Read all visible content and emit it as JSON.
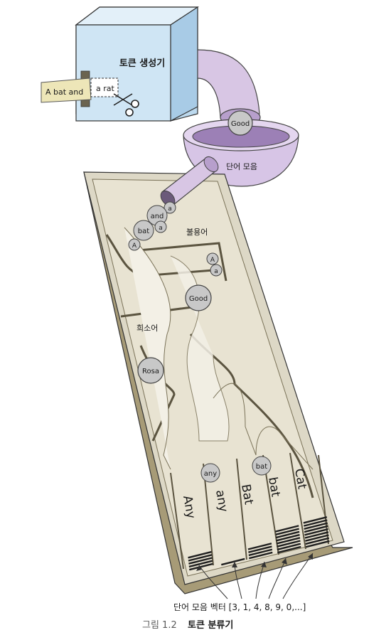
{
  "diagram": {
    "tokenizer_label": "토큰 생성기",
    "input_text_left": "A bat and",
    "input_text_right": "a rat",
    "bowl_label": "단어 모음",
    "bowl_token": "Good",
    "stopwords_label": "불용어",
    "rare_label": "희소어",
    "pipe_tokens": [
      "a",
      "and",
      "a",
      "bat",
      "A"
    ],
    "stop_tokens": [
      "A",
      "a"
    ],
    "good_token": "Good",
    "rare_token": "Rosa",
    "slot_tokens": [
      "any",
      "bat"
    ],
    "slots": [
      {
        "word": "Any",
        "bars": 5
      },
      {
        "word": "any",
        "bars": 1
      },
      {
        "word": "Bat",
        "bars": 4
      },
      {
        "word": "bat",
        "bars": 8
      },
      {
        "word": "Cat",
        "bars": 9
      }
    ],
    "vector_label": "단어 모음 벡터 [3, 1, 4, 8, 9, 0,...]"
  },
  "caption": {
    "number": "그림 1.2",
    "title": "토큰 분류기"
  },
  "colors": {
    "box_blue": "#cfe5f4",
    "tube_purple": "#d8c6e4",
    "board": "#ddd8c6",
    "board_edge": "#bdb496",
    "token_gray": "#c8c8c8"
  }
}
